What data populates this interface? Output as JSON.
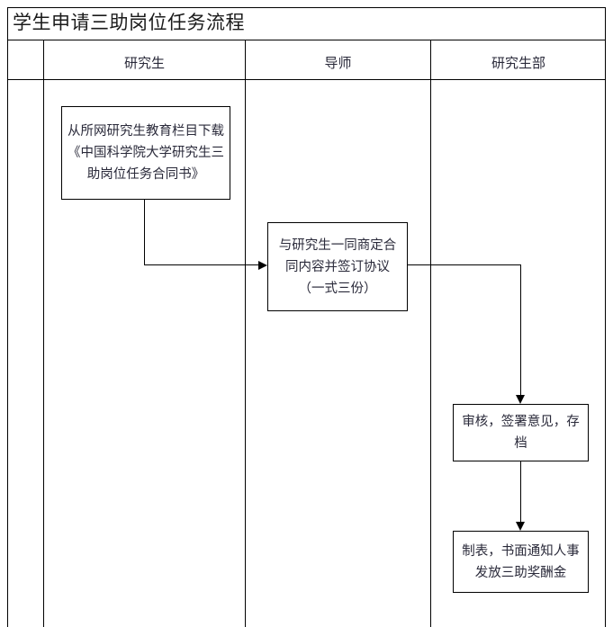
{
  "document": {
    "title": "学生申请三助岗位任务流程"
  },
  "table": {
    "columns": [
      {
        "key": "spacer",
        "label": ""
      },
      {
        "key": "student",
        "label": "研究生"
      },
      {
        "key": "advisor",
        "label": "导师"
      },
      {
        "key": "office",
        "label": "研究生部"
      }
    ]
  },
  "flow": {
    "nodes": [
      {
        "id": "download-contract",
        "lane": "研究生",
        "text": "从所网研究生教育栏目下载《中国科学院大学研究生三助岗位任务合同书》"
      },
      {
        "id": "sign-agreement",
        "lane": "导师",
        "text": "与研究生一同商定合同内容并签订协议（一式三份）"
      },
      {
        "id": "review-archive",
        "lane": "研究生部",
        "text": "审核，签署意见，存档"
      },
      {
        "id": "notify-payment",
        "lane": "研究生部",
        "text": "制表，书面通知人事发放三助奖酬金"
      }
    ],
    "edges": [
      {
        "from": "download-contract",
        "to": "sign-agreement",
        "label": ""
      },
      {
        "from": "sign-agreement",
        "to": "review-archive",
        "label": ""
      },
      {
        "from": "review-archive",
        "to": "notify-payment",
        "label": ""
      }
    ]
  },
  "style": {
    "line_color": "#000000",
    "text_color": "#2a2a3a",
    "background": "#ffffff"
  }
}
